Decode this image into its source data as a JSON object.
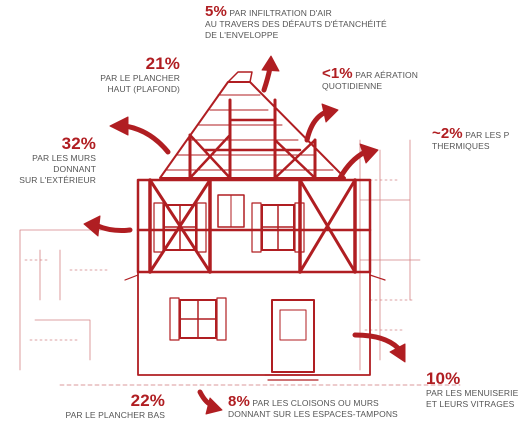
{
  "accent_color": "#b01e22",
  "labels": {
    "air": {
      "pct": "5%",
      "line1": "PAR INFILTRATION D'AIR",
      "line2": "AU TRAVERS DES DÉFAUTS D'ÉTANCHÉITÉ",
      "line3": "DE L'ENVELOPPE"
    },
    "roof": {
      "pct": "21%",
      "line1": "PAR LE PLANCHER",
      "line2": "HAUT (PLAFOND)"
    },
    "aeration": {
      "pct": "<1%",
      "line1": "PAR AÉRATION",
      "line2": "QUOTIDIENNE"
    },
    "thermal": {
      "pct": "~2%",
      "line1": "PAR LES P",
      "line2": "THERMIQUES"
    },
    "walls": {
      "pct": "32%",
      "line1": "PAR LES MURS",
      "line2": "DONNANT",
      "line3": "SUR L'EXTÉRIEUR"
    },
    "windows": {
      "pct": "10%",
      "line1": "PAR LES MENUISERIE",
      "line2": "ET LEURS VITRAGES"
    },
    "floor": {
      "pct": "22%",
      "line1": "PAR LE PLANCHER BAS"
    },
    "partitions": {
      "pct": "8%",
      "line1": "PAR LES CLOISONS OU MURS",
      "line2": "DONNANT SUR LES ESPACES-TAMPONS"
    }
  }
}
